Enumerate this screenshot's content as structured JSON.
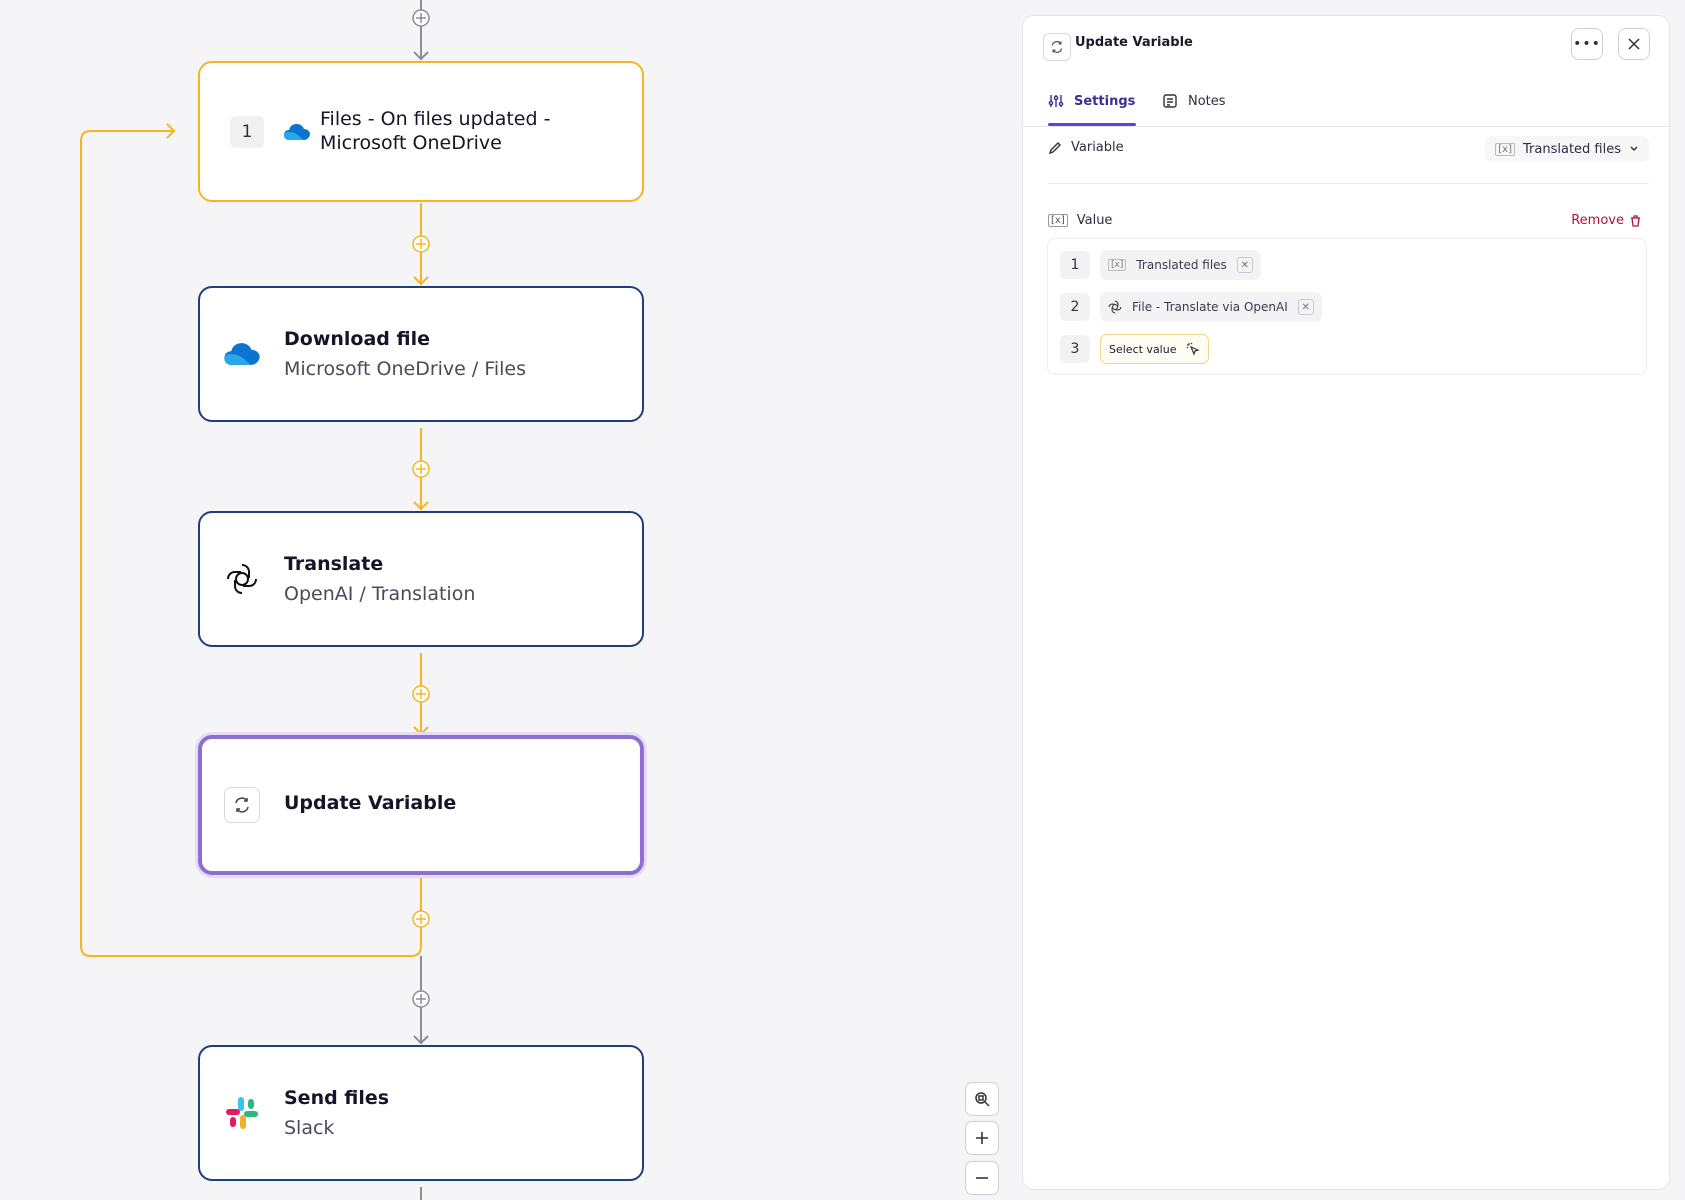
{
  "flow": {
    "trigger": {
      "step": "1",
      "line1": "Files - On files updated -",
      "line2": "Microsoft OneDrive",
      "icon": "onedrive-icon"
    },
    "nodes": [
      {
        "title": "Download file",
        "subtitle": "Microsoft OneDrive / Files",
        "icon": "onedrive-icon"
      },
      {
        "title": "Translate",
        "subtitle": "OpenAI / Translation",
        "icon": "openai-icon"
      },
      {
        "title": "Update Variable",
        "subtitle": "",
        "icon": "refresh-variable-icon"
      },
      {
        "title": "Send files",
        "subtitle": "Slack",
        "icon": "slack-icon"
      }
    ],
    "colors": {
      "loop_line": "#f5b523",
      "main_line": "#8d8d98",
      "node_border": "#1f3f7a",
      "selected_border": "#8e6fd1"
    }
  },
  "panel": {
    "title": "Update Variable",
    "tabs": [
      {
        "label": "Settings",
        "active": true
      },
      {
        "label": "Notes",
        "active": false
      }
    ],
    "variable_label": "Variable",
    "variable_value": "Translated files",
    "value_label": "Value",
    "remove_label": "Remove",
    "values": [
      {
        "index": "1",
        "label": "Translated files",
        "icon": "variable-icon"
      },
      {
        "index": "2",
        "label": "File - Translate via OpenAI",
        "icon": "openai-icon"
      },
      {
        "index": "3",
        "label": "Select value",
        "icon": "cursor-click-icon"
      }
    ],
    "accent": "#6b3fd6",
    "danger": "#b3123b"
  }
}
